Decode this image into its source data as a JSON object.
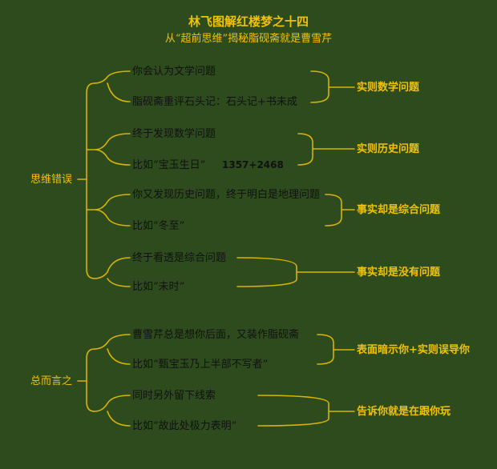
{
  "title": "林飞图解红楼梦之十四",
  "subtitle": "从“超前思维”揭秘脂砚斋就是曹雪芹",
  "colors": {
    "background": "#2e4b1e",
    "accent": "#f2c200",
    "line": "#d9b400",
    "leaf_text": "#111111"
  },
  "sections": [
    {
      "label": "思维错误",
      "groups": [
        {
          "items": [
            "你会认为文学问题",
            "脂砚斋重评石头记：石头记+书未成"
          ],
          "result": "实则数学问题"
        },
        {
          "items": [
            "终于发现数学问题",
            "比如“宝玉生日”",
            "1357+2468"
          ],
          "result": "实则历史问题"
        },
        {
          "items": [
            "你又发现历史问题，终于明白是地理问题",
            "比如“冬至”"
          ],
          "result": "事实却是综合问题"
        },
        {
          "items": [
            "终于看透是综合问题",
            "比如“未时”"
          ],
          "result": "事实却是没有问题"
        }
      ]
    },
    {
      "label": "总而言之",
      "groups": [
        {
          "items": [
            "曹雪芹总是想你后面，又装作脂砚斋",
            "比如“甄宝玉乃上半部不写者”"
          ],
          "result": "表面暗示你+实则误导你"
        },
        {
          "items": [
            "同时另外留下线索",
            "比如“故此处极力表明”"
          ],
          "result": "告诉你就是在跟你玩"
        }
      ]
    }
  ]
}
